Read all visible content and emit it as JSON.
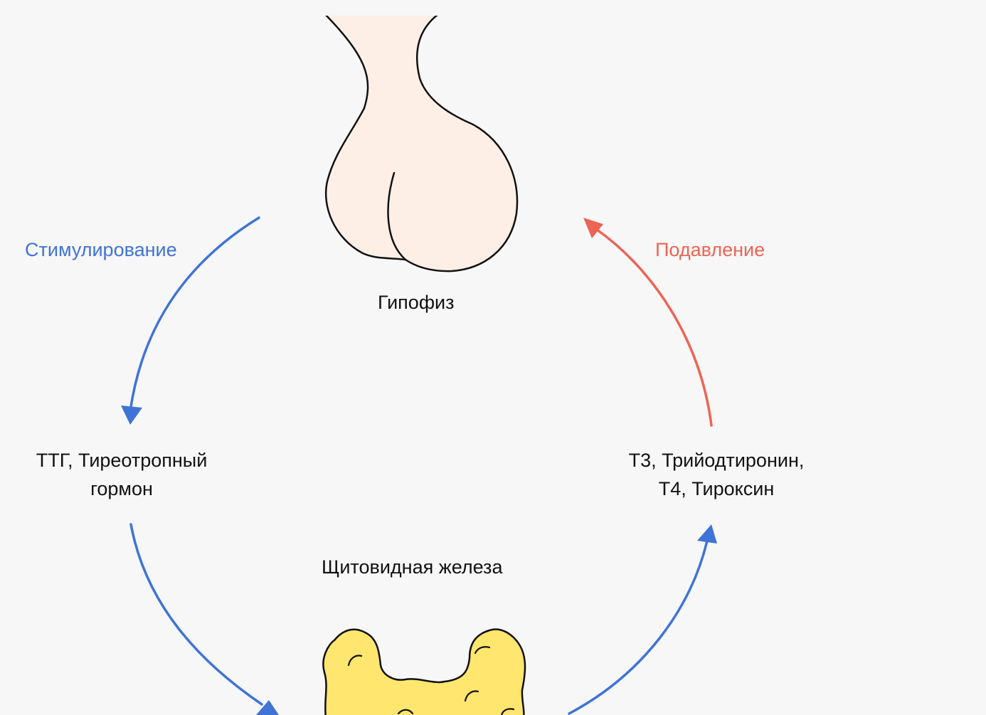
{
  "labels": {
    "stimulation": "Стимулирование",
    "suppression": "Подавление",
    "pituitary": "Гипофиз",
    "thyroid": "Щитовидная железа",
    "tsh_line1": "ТТГ, Тиреотропный",
    "tsh_line2": "гормон",
    "t3t4_line1": "Т3, Трийодтиронин,",
    "t3t4_line2": "Т4, Тироксин"
  },
  "colors": {
    "background": "#f7f7f7",
    "stimulation": "#3f73d6",
    "suppression": "#ec6454",
    "pituitary_fill": "#fdefe6",
    "thyroid_fill": "#ffe66e",
    "outline": "#111111"
  }
}
